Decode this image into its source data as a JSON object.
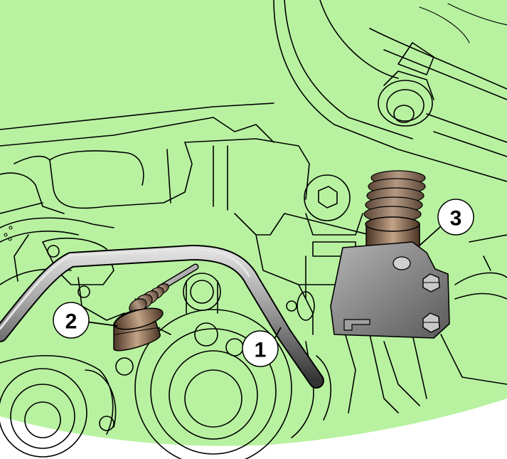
{
  "colors": {
    "background": "#b8f2a0",
    "outline": "#000000",
    "tube_dark": "#3c3c3c",
    "tube_light": "#b0b0b0",
    "sensor_brown": "#8a6a50",
    "bracket_gray": "#8c8c8c",
    "callout_fill": "#ffffff"
  },
  "callouts": [
    {
      "id": "1",
      "label": "1"
    },
    {
      "id": "2",
      "label": "2"
    },
    {
      "id": "3",
      "label": "3"
    }
  ]
}
